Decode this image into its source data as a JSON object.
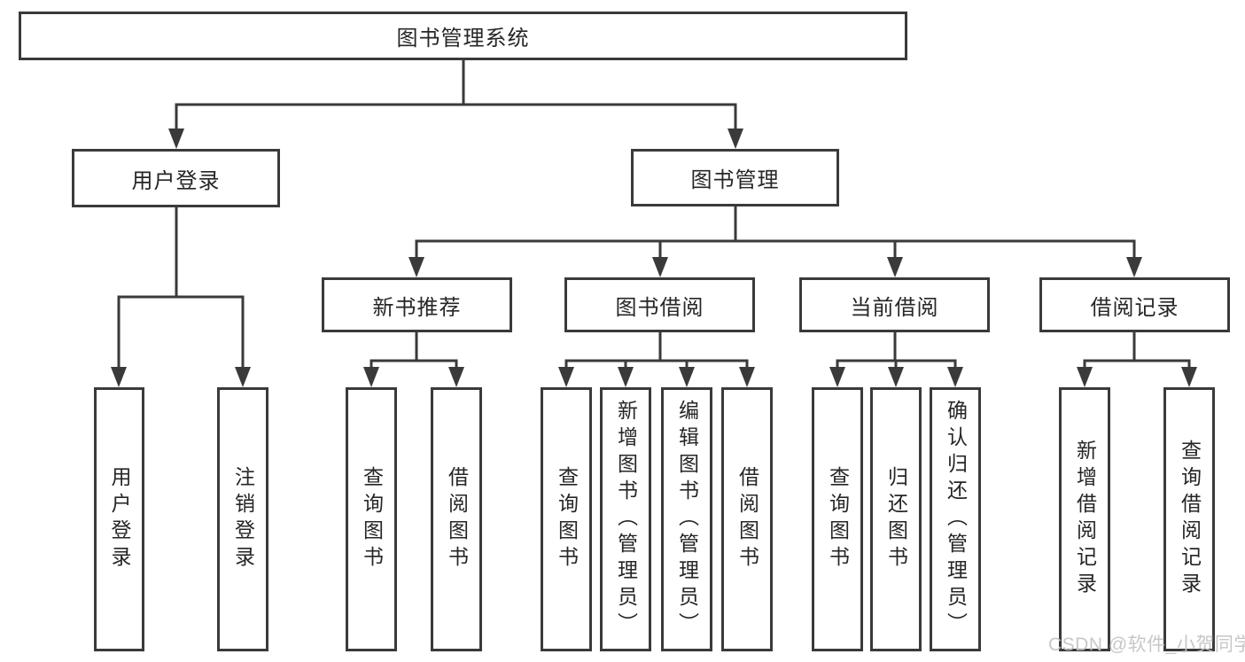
{
  "diagram": {
    "root": "图书管理系统",
    "nodes": {
      "user_login": {
        "label": "用户登录",
        "children": [
          "用户登录",
          "注销登录"
        ]
      },
      "book_mgmt": {
        "label": "图书管理",
        "children": {
          "new_books": {
            "label": "新书推荐",
            "children": [
              "查询图书",
              "借阅图书"
            ]
          },
          "book_borrow": {
            "label": "图书借阅",
            "children": [
              "查询图书",
              "新增图书（管理员）",
              "编辑图书（管理员）",
              "借阅图书"
            ]
          },
          "current_borrow": {
            "label": "当前借阅",
            "children": [
              "查询图书",
              "归还图书",
              "确认归还（管理员）"
            ]
          },
          "borrow_records": {
            "label": "借阅记录",
            "children": [
              "新增借阅记录",
              "查询借阅记录"
            ]
          }
        }
      }
    }
  },
  "watermark": "CSDN @软件_小贺同学",
  "colors": {
    "line": "#3a3a3a",
    "text": "#262626",
    "watermark": "#c3c3c3"
  }
}
